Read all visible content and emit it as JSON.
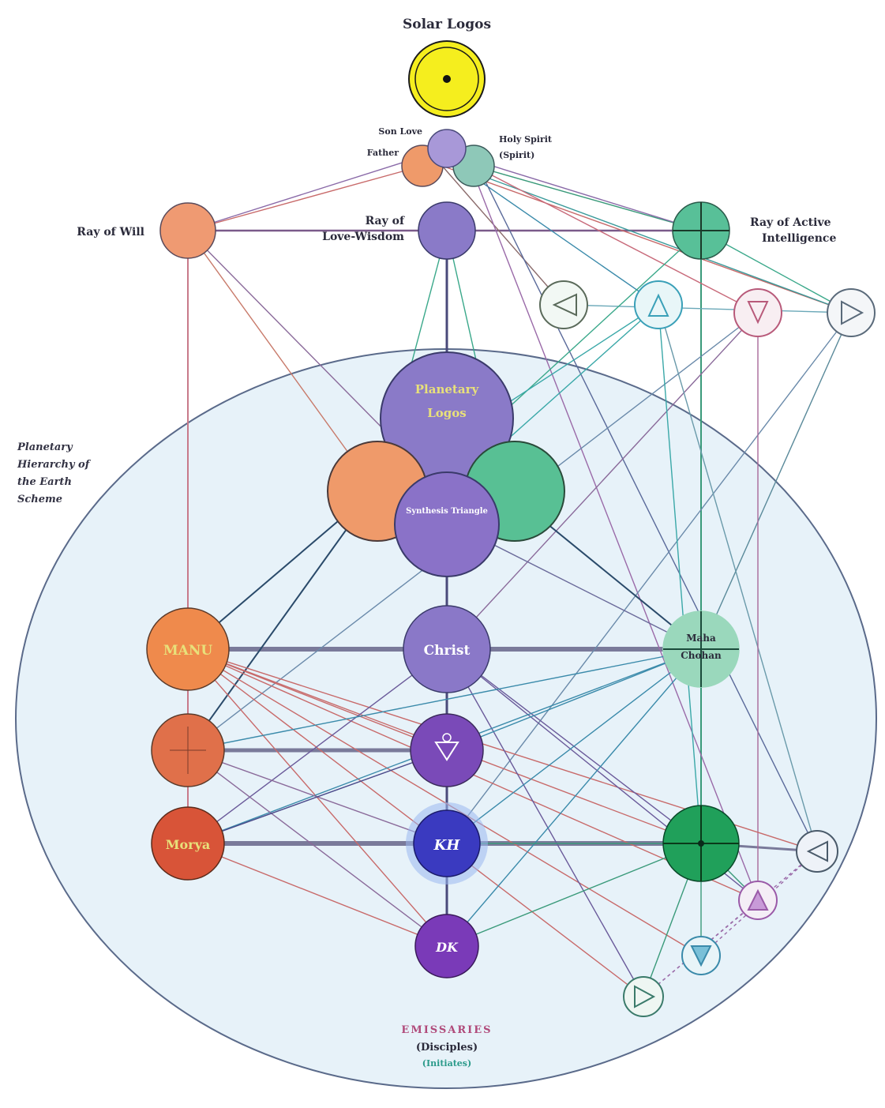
{
  "title": "Solar Logos",
  "colors": {
    "will": "#ef8a55",
    "love_wisdom": "#8a7ac8",
    "active_intelligence": "#4cb888",
    "solar_logos": "#f5ee1e",
    "sphere_fill": "#e6f2f8",
    "sphere_stroke": "#5a6a8a"
  },
  "labels": {
    "ray_will": "Ray of Will",
    "ray_love_wisdom_1": "Ray of",
    "ray_love_wisdom_2": "Love-Wisdom",
    "ray_active_1": "Ray of Active",
    "ray_active_2": "Intelligence",
    "trinity_son": "Son Love",
    "trinity_father": "Father",
    "trinity_holy_spirit": "Holy Spirit",
    "trinity_bracket": "(Spirit)",
    "planetary_1": "Planetary",
    "planetary_2": "Hierarchy of",
    "planetary_3": "the Earth",
    "planetary_4": "Scheme"
  },
  "nodes": {
    "planetary_logos_1": "Planetary",
    "planetary_logos_2": "Logos",
    "synthesis": "Synthesis Triangle",
    "manu": "MANU",
    "christ": "Christ",
    "maha_1": "Maha",
    "maha_2": "Chohan",
    "morya": "Morya",
    "kh": "KH",
    "dk": "DK"
  },
  "legend": {
    "line1": "EMISSARIES",
    "line2": "(Disciples)",
    "line3": "(Initiates)"
  },
  "icons": {
    "solar_logos": "sun-dot-icon",
    "triangle": "triangle-in-circle-icon",
    "cross": "cross-in-circle-icon"
  }
}
